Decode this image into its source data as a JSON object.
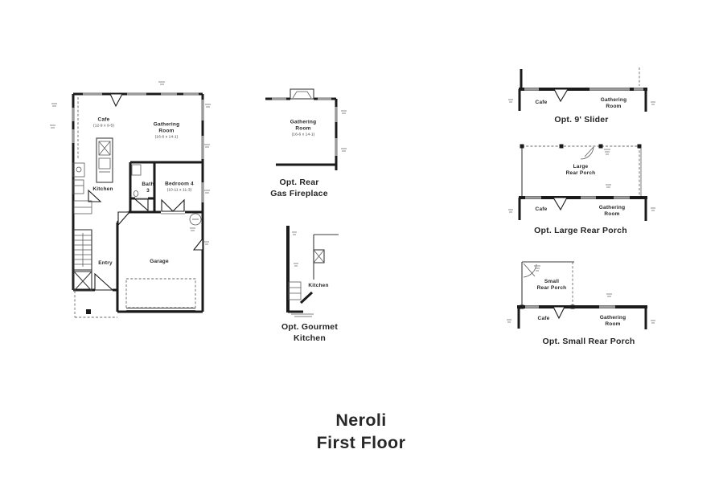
{
  "page_title": {
    "line1": "Neroli",
    "line2": "First Floor"
  },
  "main_plan": {
    "cafe": {
      "name": "Cafe",
      "dims": "(12-9 x 9-5)"
    },
    "gathering_room": {
      "name": "Gathering\nRoom",
      "dims": "(16-6 x 14-1)"
    },
    "kitchen": {
      "name": "Kitchen"
    },
    "bath_3": {
      "name": "Bath\n3"
    },
    "bedroom_4": {
      "name": "Bedroom 4",
      "dims": "(10-11 x 11-3)"
    },
    "entry": {
      "name": "Entry"
    },
    "garage": {
      "name": "Garage"
    }
  },
  "opt_rear_gas_fireplace": {
    "title": "Opt. Rear\nGas Fireplace",
    "gathering_room": {
      "name": "Gathering\nRoom",
      "dims": "(16-6 x 14-1)"
    }
  },
  "opt_gourmet_kitchen": {
    "title": "Opt. Gourmet\nKitchen",
    "kitchen": {
      "name": "Kitchen"
    }
  },
  "opt_9ft_slider": {
    "title": "Opt. 9' Slider",
    "cafe": {
      "name": "Cafe"
    },
    "gathering_room": {
      "name": "Gathering\nRoom"
    }
  },
  "opt_large_rear_porch": {
    "title": "Opt. Large Rear Porch",
    "porch": {
      "name": "Large\nRear Porch"
    },
    "cafe": {
      "name": "Cafe"
    },
    "gathering_room": {
      "name": "Gathering\nRoom"
    }
  },
  "opt_small_rear_porch": {
    "title": "Opt. Small Rear Porch",
    "porch": {
      "name": "Small\nRear Porch"
    },
    "cafe": {
      "name": "Cafe"
    },
    "gathering_room": {
      "name": "Gathering\nRoom"
    }
  },
  "colors": {
    "wall": "#1b1b1b",
    "window_marker": "#9a9a9a",
    "label_text": "#262626"
  }
}
